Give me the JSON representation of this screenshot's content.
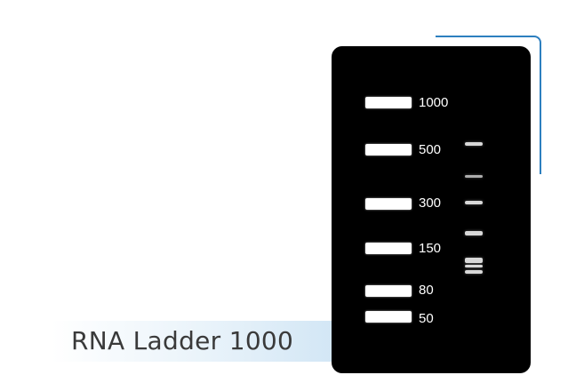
{
  "caption": "RNA Ladder 1000",
  "ladder": [
    {
      "label": "1000"
    },
    {
      "label": "500"
    },
    {
      "label": "300"
    },
    {
      "label": "150"
    },
    {
      "label": "80"
    },
    {
      "label": "50"
    }
  ],
  "colors": {
    "gel_background": "#000000",
    "band": "#ffffff",
    "bracket": "#2d7fbf",
    "caption_text": "#3a3a3a",
    "caption_bar": "#d2e6f5"
  }
}
